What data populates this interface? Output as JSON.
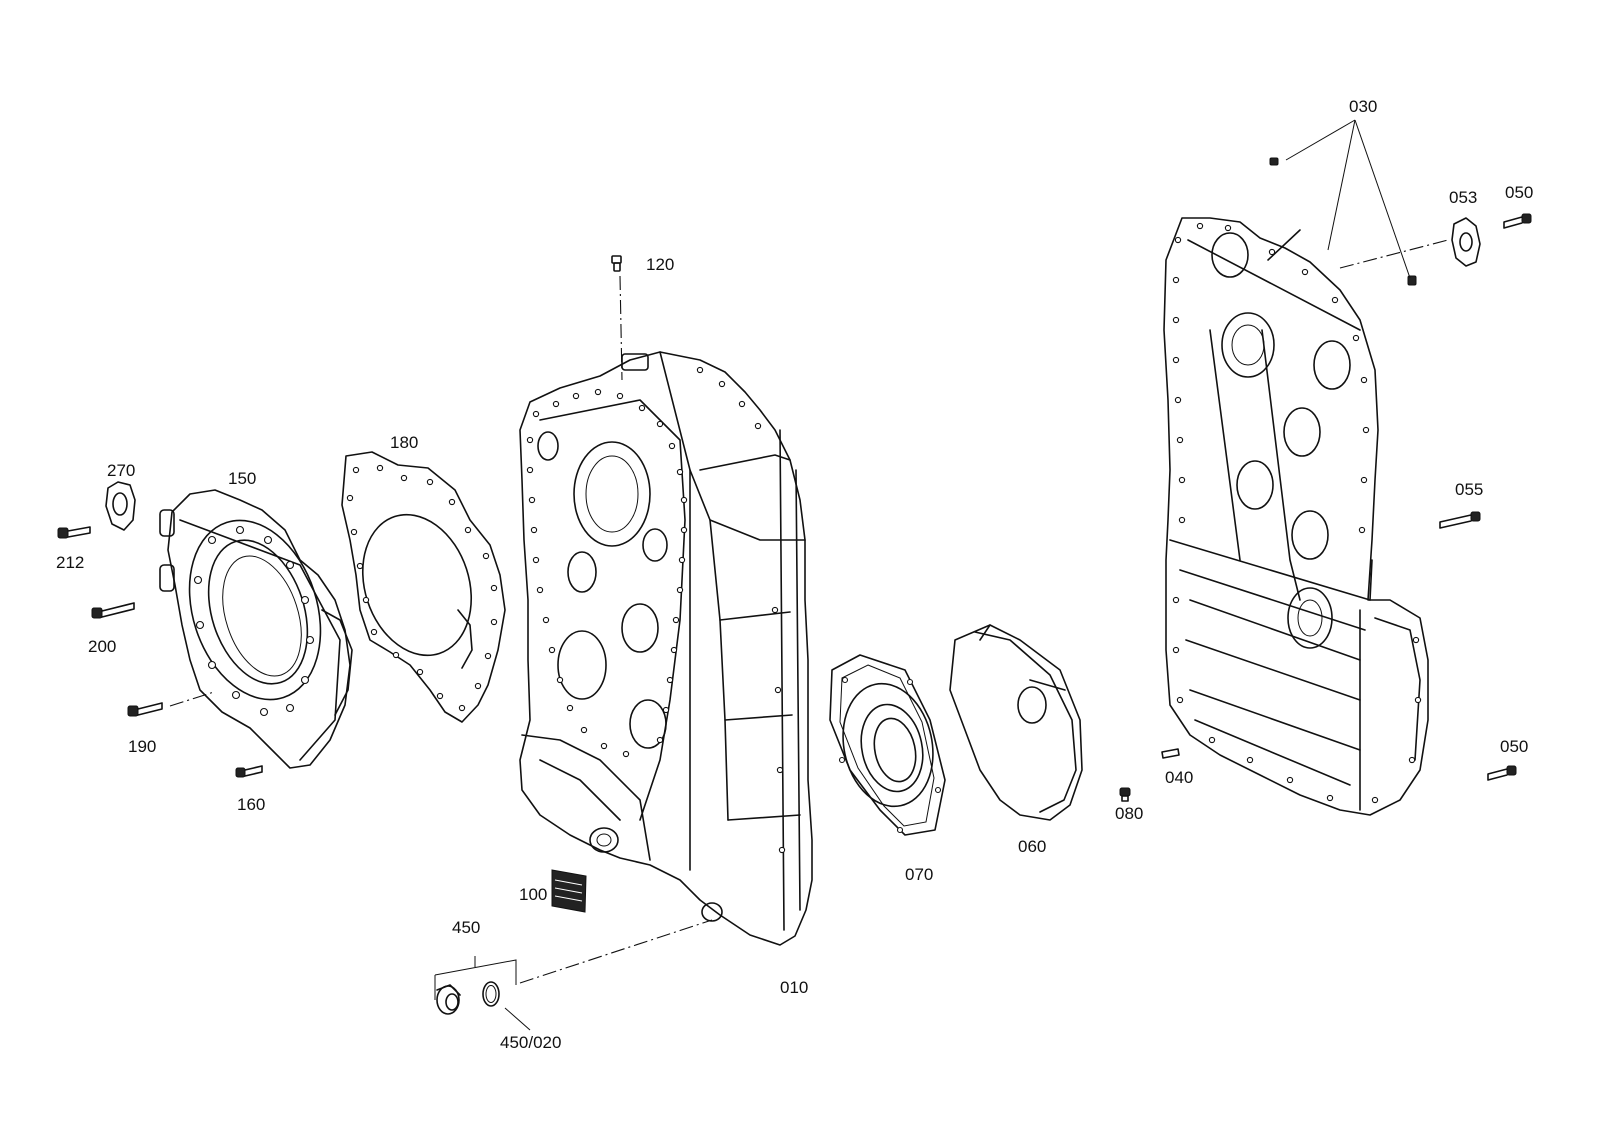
{
  "part_labels": {
    "p010": "010",
    "p030": "030",
    "p040": "040",
    "p050a": "050",
    "p050b": "050",
    "p053": "053",
    "p055": "055",
    "p060": "060",
    "p070": "070",
    "p080": "080",
    "p100": "100",
    "p120": "120",
    "p150": "150",
    "p160": "160",
    "p180": "180",
    "p190": "190",
    "p200": "200",
    "p212": "212",
    "p270": "270",
    "p450": "450",
    "p450_020": "450/020"
  }
}
